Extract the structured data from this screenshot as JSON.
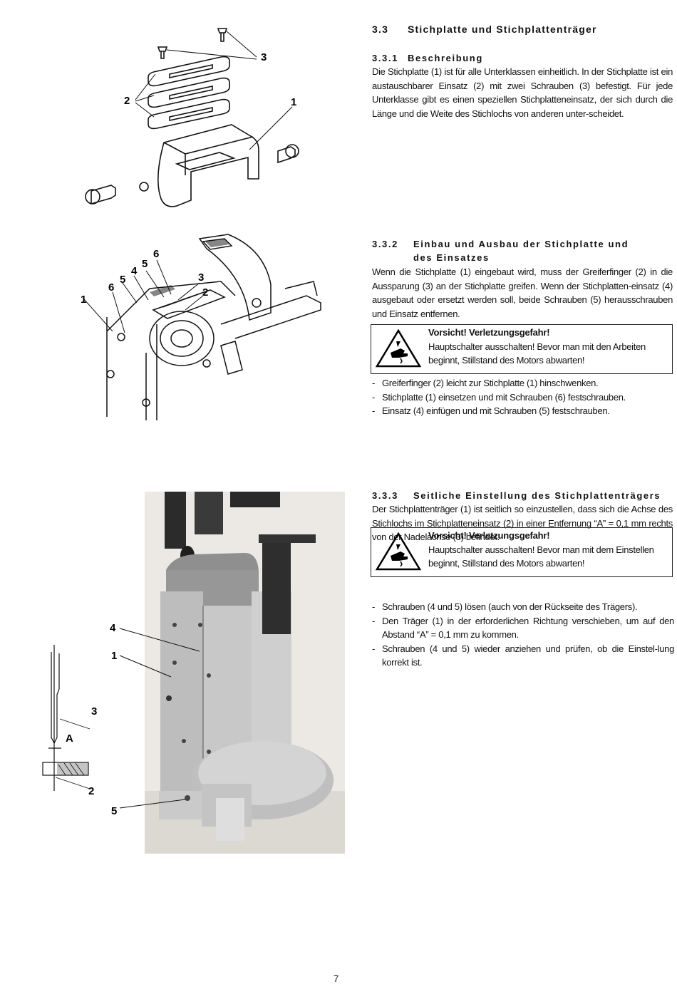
{
  "section": {
    "number": "3.3",
    "title": "Stichplatte und Stichplattenträger"
  },
  "s1": {
    "number": "3.3.1",
    "title": "Beschreibung",
    "text": "Die Stichplatte (1) ist für alle Unterklassen einheitlich. In der Stichplatte ist ein austauschbarer Einsatz (2) mit zwei Schrauben (3) befestigt. Für jede Unterklasse gibt es einen speziellen Stichplatteneinsatz, der sich durch die Länge und die Weite des Stichlochs von anderen unter-scheidet."
  },
  "s2": {
    "number": "3.3.2",
    "title_line1": "Einbau und Ausbau der Stichplatte und",
    "title_line2": "des Einsatzes",
    "text": "Wenn die Stichplatte (1) eingebaut wird, muss der Greiferfinger (2) in die Aussparung (3) an der Stichplatte greifen. Wenn der Stichplatten-einsatz (4) ausgebaut oder ersetzt werden soll, beide Schrauben (5) herausschrauben und Einsatz entfernen.",
    "warning_title": "Vorsicht! Verletzungsgefahr!",
    "warning_text": "Hauptschalter ausschalten! Bevor man mit den Arbeiten beginnt, Stillstand des Motors abwarten!",
    "steps": [
      "Greiferfinger (2) leicht zur Stichplatte (1) hinschwenken.",
      "Stichplatte (1) einsetzen und mit Schrauben (6) festschrauben.",
      "Einsatz (4) einfügen und mit Schrauben (5) festschrauben."
    ]
  },
  "s3": {
    "number": "3.3.3",
    "title": "Seitliche Einstellung des Stichplattenträgers",
    "text": "Der Stichplattenträger (1) ist seitlich so einzustellen, dass sich die Achse des Stichlochs im Stichplatteneinsatz (2) in einer Entfernung “A” = 0,1 mm rechts von der Nadelachse (3) befindet.",
    "warning_title": "Vorsicht! Verletzungsgefahr!",
    "warning_text": "Hauptschalter ausschalten! Bevor man mit dem Einstellen beginnt, Stillstand des Motors abwarten!",
    "steps": [
      "Schrauben (4 und 5) lösen (auch von der Rückseite des Trägers).",
      "Den Träger (1) in der erforderlichen Richtung verschieben, um auf den Abstand “A” = 0,1 mm zu kommen.",
      "Schrauben (4 und 5) wieder anziehen und prüfen, ob die Einstel-lung korrekt ist."
    ]
  },
  "list_dash": "-",
  "fig1_labels": {
    "screw": "3",
    "insert": "2",
    "plate": "1"
  },
  "fig2_labels": {
    "plate": "1",
    "screws6a": "6",
    "screws5a": "5",
    "insert": "4",
    "screws5b": "5",
    "screws6b": "6",
    "recess": "3",
    "finger": "2"
  },
  "fig3_labels": {
    "screw4": "4",
    "carrier": "1",
    "needle": "3",
    "distance": "A",
    "insert": "2",
    "screw5": "5"
  },
  "page_number": "7"
}
